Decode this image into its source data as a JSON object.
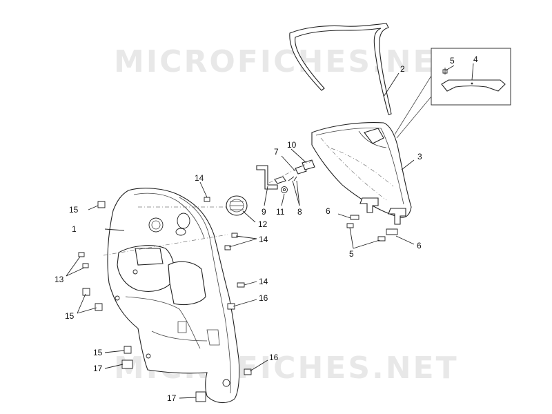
{
  "watermark": {
    "top": "MICROFICHES.NET",
    "bottom": "MICROFICHES.NET"
  },
  "callouts": {
    "c1": "1",
    "c2": "2",
    "c3": "3",
    "c4": "4",
    "c5_inset": "5",
    "c5": "5",
    "c6_left": "6",
    "c6_right": "6",
    "c7": "7",
    "c8": "8",
    "c9": "9",
    "c10": "10",
    "c11": "11",
    "c12": "12",
    "c13": "13",
    "c14_top": "14",
    "c14_mid": "14",
    "c14_low": "14",
    "c15_top": "15",
    "c15_mid": "15",
    "c15_low": "15",
    "c16_top": "16",
    "c16_low": "16",
    "c17_top": "17",
    "c17_low": "17"
  }
}
